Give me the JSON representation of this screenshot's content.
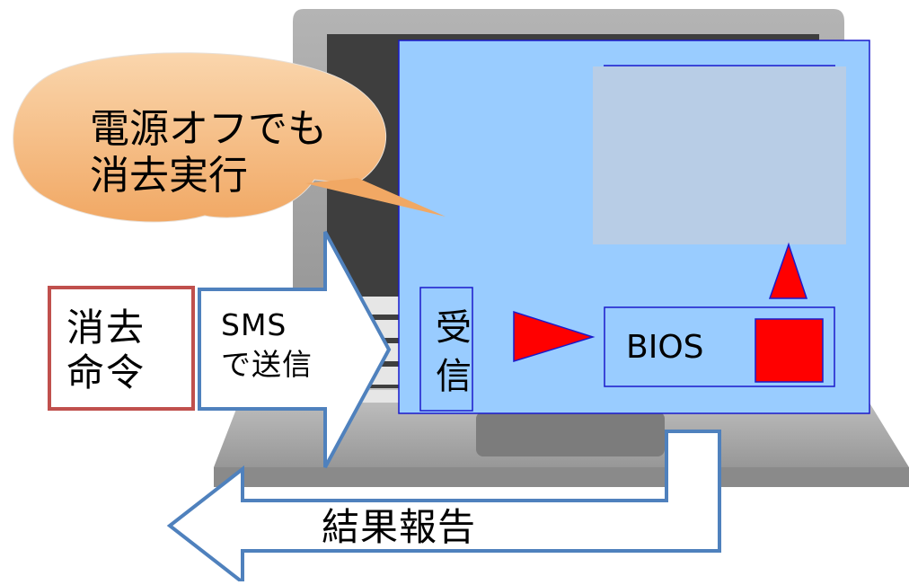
{
  "speech_bubble": {
    "line1": "電源オフでも",
    "line2": "消去実行"
  },
  "erase_command": {
    "line1": "消去",
    "line2": "命令"
  },
  "sms_arrow": {
    "line1": "SMS",
    "line2": "で送信"
  },
  "receiver": {
    "line1": "受",
    "line2": "信"
  },
  "bios_box": {
    "label": "BIOS"
  },
  "result_arrow": {
    "label": "結果報告"
  },
  "colors": {
    "panel_fill": "#99ccff",
    "panel_border": "#1a1acc",
    "bubble_fill": "#f5b880",
    "command_border": "#c0504d",
    "arrow_border": "#4f81bd",
    "marker_red": "#ff0000",
    "screen_inner": "#b8cde6",
    "laptop_gray": "#a8a8a8"
  }
}
